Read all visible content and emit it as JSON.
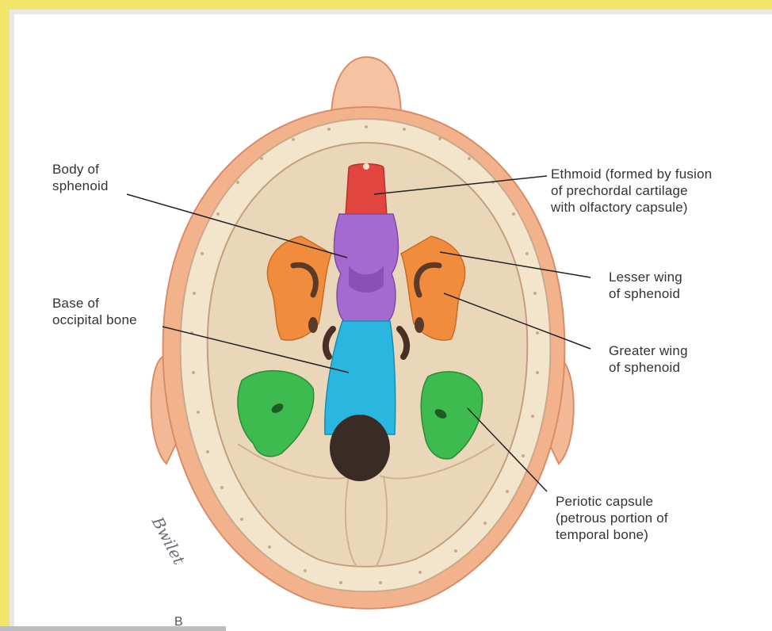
{
  "labels": {
    "body_sphenoid": "Body of\nsphenoid",
    "base_occipital": "Base of\noccipital bone",
    "ethmoid": "Ethmoid (formed by fusion\nof prechordal cartilage\nwith olfactory capsule)",
    "lesser_wing": "Lesser wing\nof sphenoid",
    "greater_wing": "Greater wing\nof sphenoid",
    "periotic": "Periotic capsule\n(petrous portion of\ntemporal bone)"
  },
  "signature": "Bwilet",
  "panel_letter": "B",
  "colors": {
    "ethmoid": "#e0453e",
    "sphenoid_body": "#a56ad0",
    "wings": "#f08c3c",
    "occipital": "#2bb6e0",
    "periotic": "#3dbb4e",
    "skin": "#f2b38c",
    "skull_interior": "#efe0c8",
    "foramen": "#3a2b24",
    "frame": "#f2e66a"
  }
}
